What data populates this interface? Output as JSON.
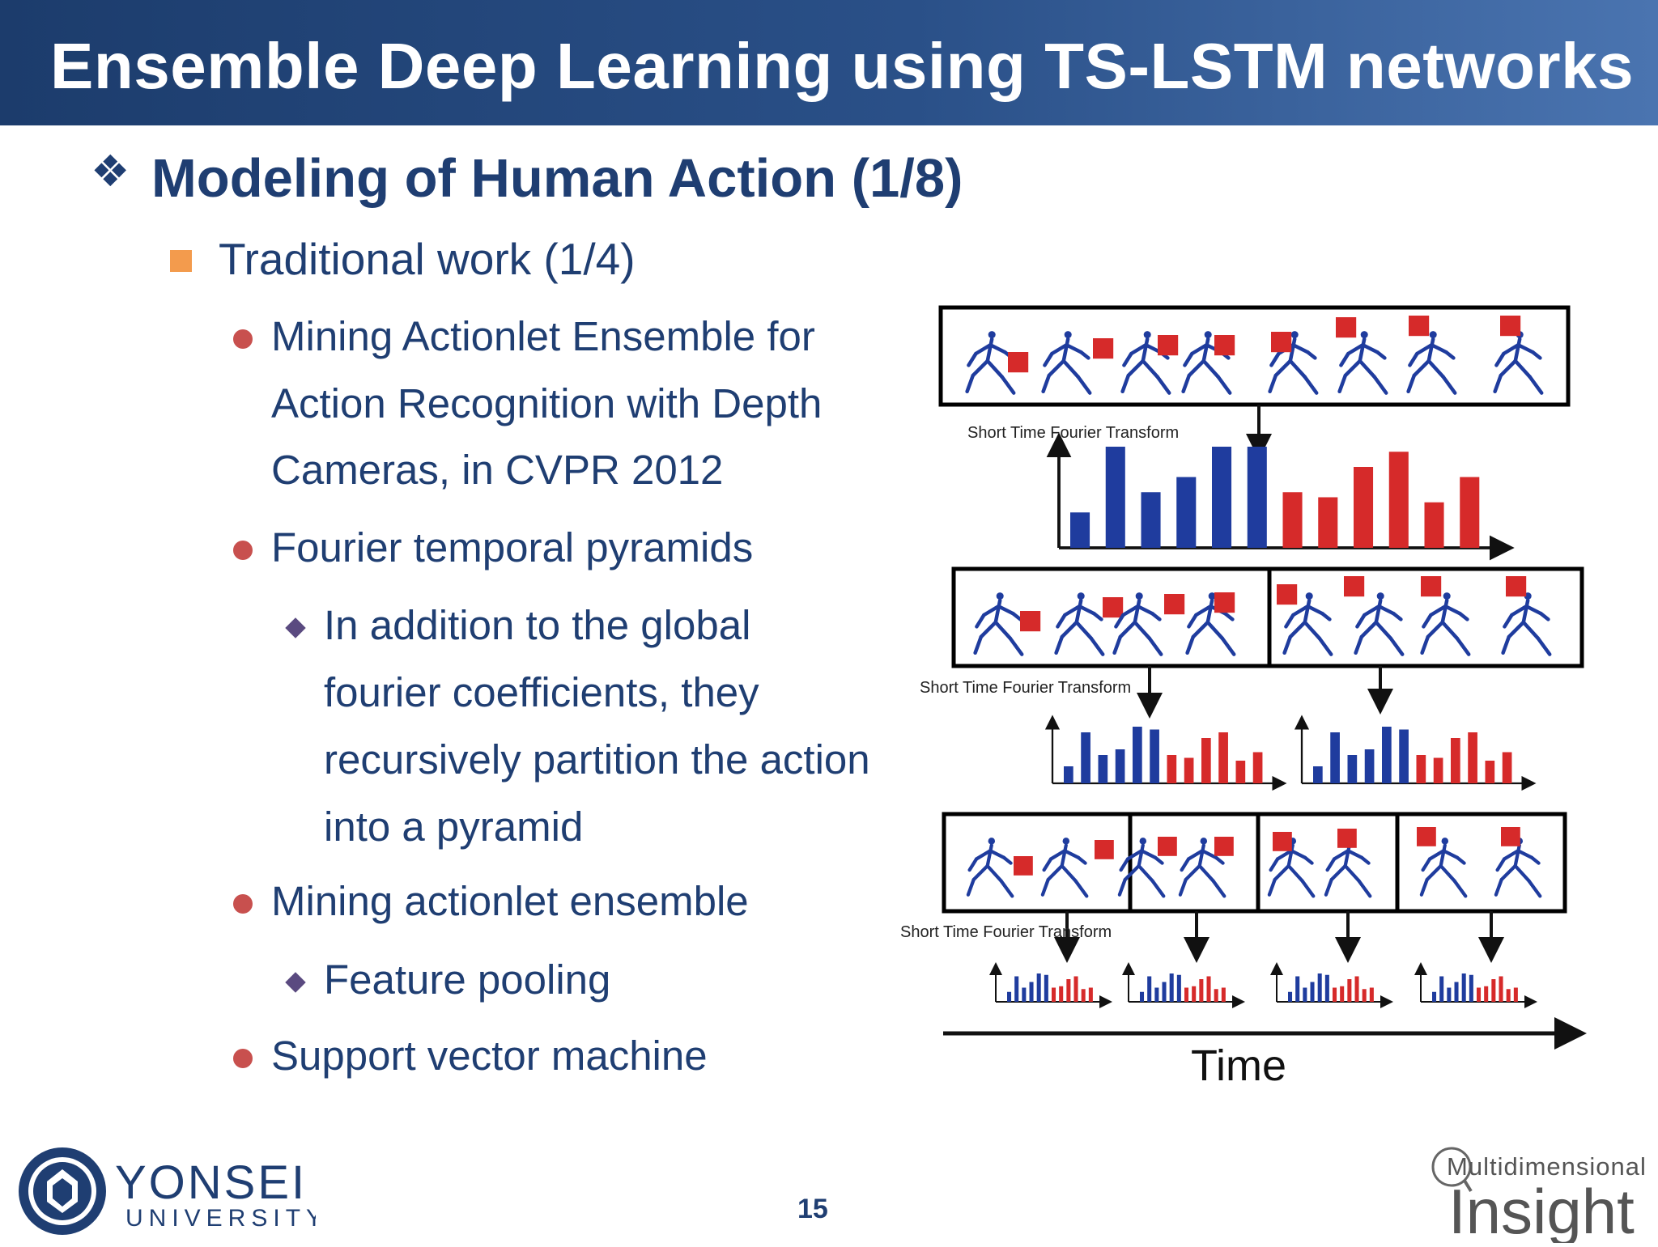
{
  "header": {
    "title": "Ensemble Deep Learning using TS-LSTM networks"
  },
  "section": {
    "bullet_glyph": "❖",
    "title": "Modeling of Human Action (1/8)"
  },
  "subsection": {
    "title": "Traditional work (1/4)"
  },
  "bullets": {
    "b1": {
      "lines": [
        "Mining Actionlet Ensemble for",
        "Action Recognition with Depth",
        "Cameras, in CVPR 2012"
      ]
    },
    "b2": {
      "label": "Fourier temporal pyramids",
      "sub1": {
        "lines": [
          "In addition to the global",
          "fourier coefficients, they",
          "recursively partition the action",
          "into a pyramid"
        ]
      }
    },
    "b3": {
      "label": "Mining actionlet ensemble",
      "sub1": {
        "label": "Feature pooling"
      }
    },
    "b4": {
      "label": "Support vector machine"
    }
  },
  "figure": {
    "stft_label": "Short Time Fourier Transform",
    "time_label": "Time",
    "colors": {
      "blue": "#1f3c9e",
      "red": "#d62a2a",
      "frame": "#000000"
    }
  },
  "footer": {
    "page_number": "15",
    "university_line1": "YONSEI",
    "university_line2": "UNIVERSITY",
    "lab_line1": "Multidimensional",
    "lab_line2": "Insight",
    "colors": {
      "navy": "#1f3e72",
      "orange": "#f39b4d",
      "bullet_red": "#c8504e",
      "diamond": "#5a4a80"
    }
  }
}
